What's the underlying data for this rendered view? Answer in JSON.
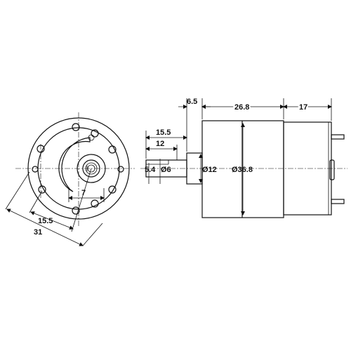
{
  "drawing": {
    "front_view": {
      "dim_inner": "15.5",
      "dim_outer": "31",
      "dim_slot": "7"
    },
    "side_view": {
      "dim_shaft_len": "15.5",
      "dim_shaft_flat_len": "12",
      "dim_flange_len": "6.5",
      "dim_body_len": "26.8",
      "dim_rear_len": "17",
      "dim_flat": "5.4",
      "dim_shaft_dia": "Ø6",
      "dim_boss_dia": "Ø12",
      "dim_body_dia": "Ø36.8"
    }
  }
}
